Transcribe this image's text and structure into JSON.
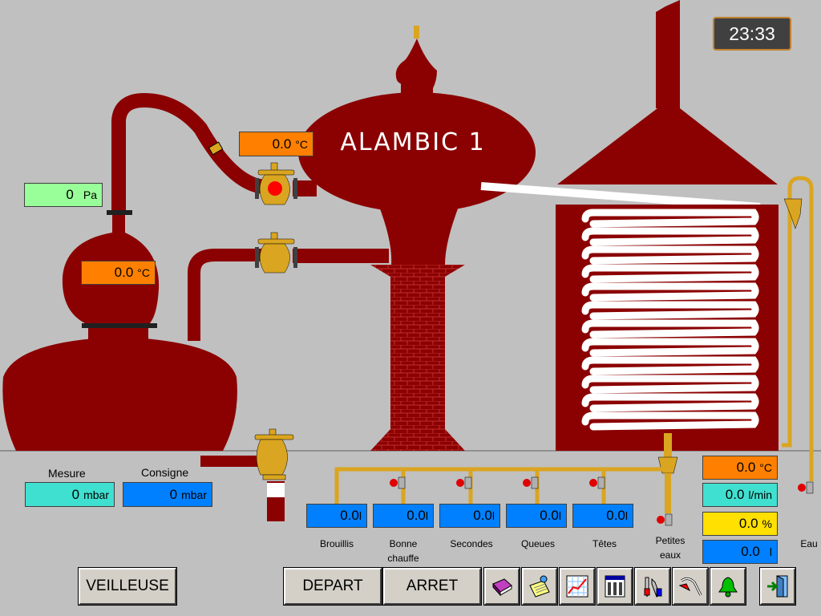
{
  "title": "ALAMBIC 1",
  "clock": "23:33",
  "readouts": {
    "col_temp": {
      "value": "0.0",
      "unit": "°C"
    },
    "head_temp": {
      "value": "0.0",
      "unit": "°C"
    },
    "pressure": {
      "value": "0",
      "unit": "Pa"
    }
  },
  "mesure": {
    "label": "Mesure",
    "value": "0",
    "unit": "mbar"
  },
  "consigne": {
    "label": "Consigne",
    "value": "0",
    "unit": "mbar"
  },
  "fractions": [
    {
      "label": "Brouillis",
      "value": "0.0",
      "unit": "l"
    },
    {
      "label": "Bonne chauffe",
      "value": "0.0",
      "unit": "l"
    },
    {
      "label": "Secondes",
      "value": "0.0",
      "unit": "l"
    },
    {
      "label": "Queues",
      "value": "0.0",
      "unit": "l"
    },
    {
      "label": "Têtes",
      "value": "0.0",
      "unit": "l"
    }
  ],
  "petites_eaux": "Petites eaux",
  "eau_label": "Eau",
  "water": {
    "temp": {
      "value": "0.0",
      "unit": "°C"
    },
    "flow": {
      "value": "0.0",
      "unit": "l/min"
    },
    "pct": {
      "value": "0.0",
      "unit": "%"
    },
    "vol": {
      "value": "0.0",
      "unit": "l"
    }
  },
  "buttons": {
    "veilleuse": "VEILLEUSE",
    "depart": "DEPART",
    "arret": "ARRET"
  },
  "toolbar_icons": [
    "book-icon",
    "notepad-icon",
    "chart-icon",
    "table-icon",
    "tools-icon",
    "probe-icon",
    "bell-icon",
    "exit-icon"
  ],
  "colors": {
    "copper": "#8b0000",
    "brass": "#daa520",
    "background": "#c0c0c0"
  }
}
